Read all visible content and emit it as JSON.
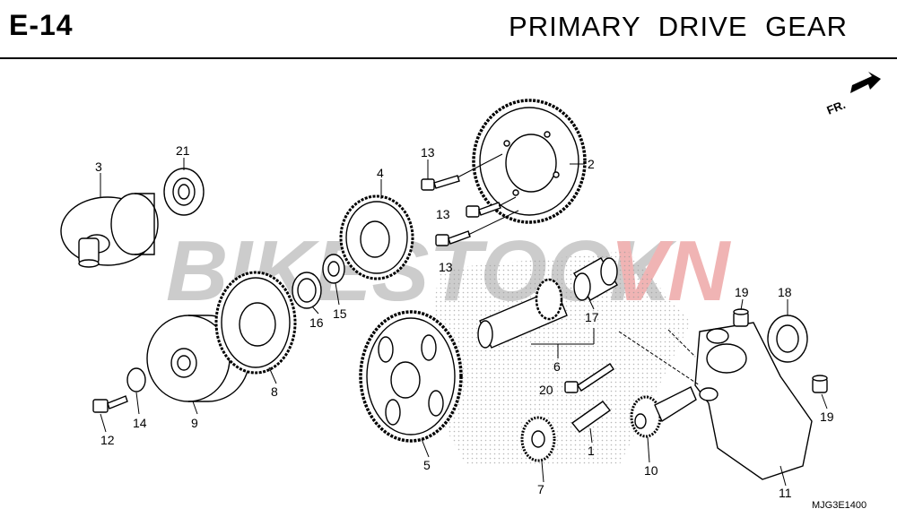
{
  "header": {
    "code": "E-14",
    "title": "PRIMARY DRIVE GEAR"
  },
  "watermark": {
    "left": "BIKESTOCK",
    "right": "VN",
    "left_color": "#c9c9c9",
    "right_color": "#f2b8b8"
  },
  "direction_marker": "FR.",
  "figure_code": "MJG3E1400",
  "labels": [
    "1",
    "2",
    "3",
    "4",
    "5",
    "6",
    "7",
    "8",
    "9",
    "10",
    "11",
    "12",
    "13",
    "13",
    "13",
    "14",
    "15",
    "16",
    "17",
    "18",
    "19",
    "19",
    "20",
    "21"
  ],
  "colors": {
    "line": "#000000",
    "dots": "#9a9a9a"
  }
}
